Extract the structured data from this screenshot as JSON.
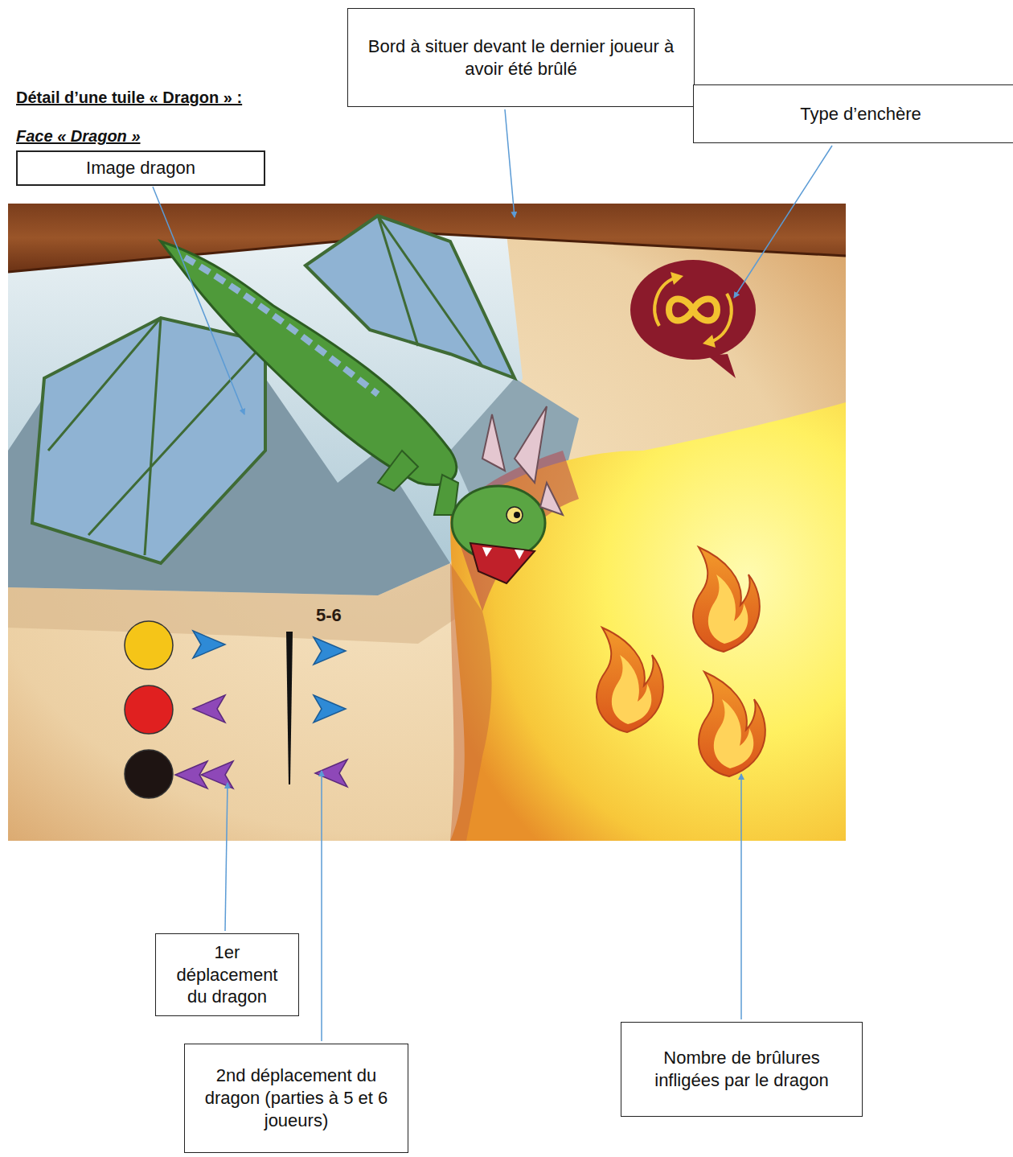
{
  "diagram": {
    "title": "Détail d’une tuile « Dragon » :",
    "nodes": [
      {
        "text": [
          "Bord à situer devant le dernier joueur à avoir été brûlé"
        ]
      },
      {
        "text": [
          "Type d’enchère"
        ]
      },
      {
        "text": [
          "Image dragon"
        ]
      },
      {
        "text": [
          "1er déplacement du dragon"
        ]
      },
      {
        "text": [
          "2nd déplacement du dragon (parties à 5 et 6 joueurs)"
        ]
      },
      {
        "text": [
          "Nombre de brûlures infligées par le dragon"
        ]
      }
    ],
    "labels": [
      "Face « Dragon »",
      "5-6"
    ]
  }
}
